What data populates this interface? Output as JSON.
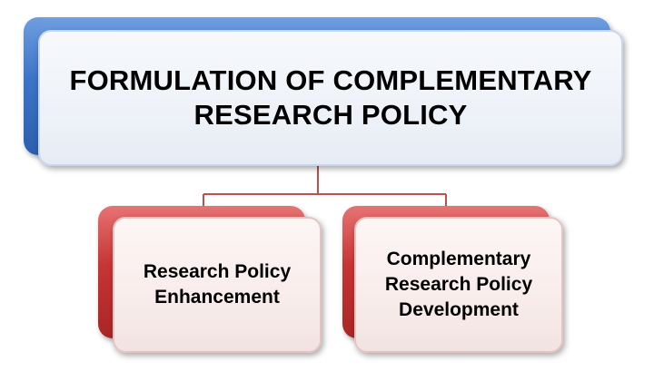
{
  "diagram": {
    "root": {
      "line1": "FORMULATION OF COMPLEMENTARY",
      "line2": "RESEARCH POLICY"
    },
    "children": [
      {
        "line1": "Research Policy",
        "line2": "Enhancement"
      },
      {
        "line1": "Complementary",
        "line2": "Research Policy",
        "line3": "Development"
      }
    ]
  },
  "colors": {
    "root_accent": "#3c74c8",
    "child_accent": "#c83434",
    "connector": "#c0504d"
  }
}
